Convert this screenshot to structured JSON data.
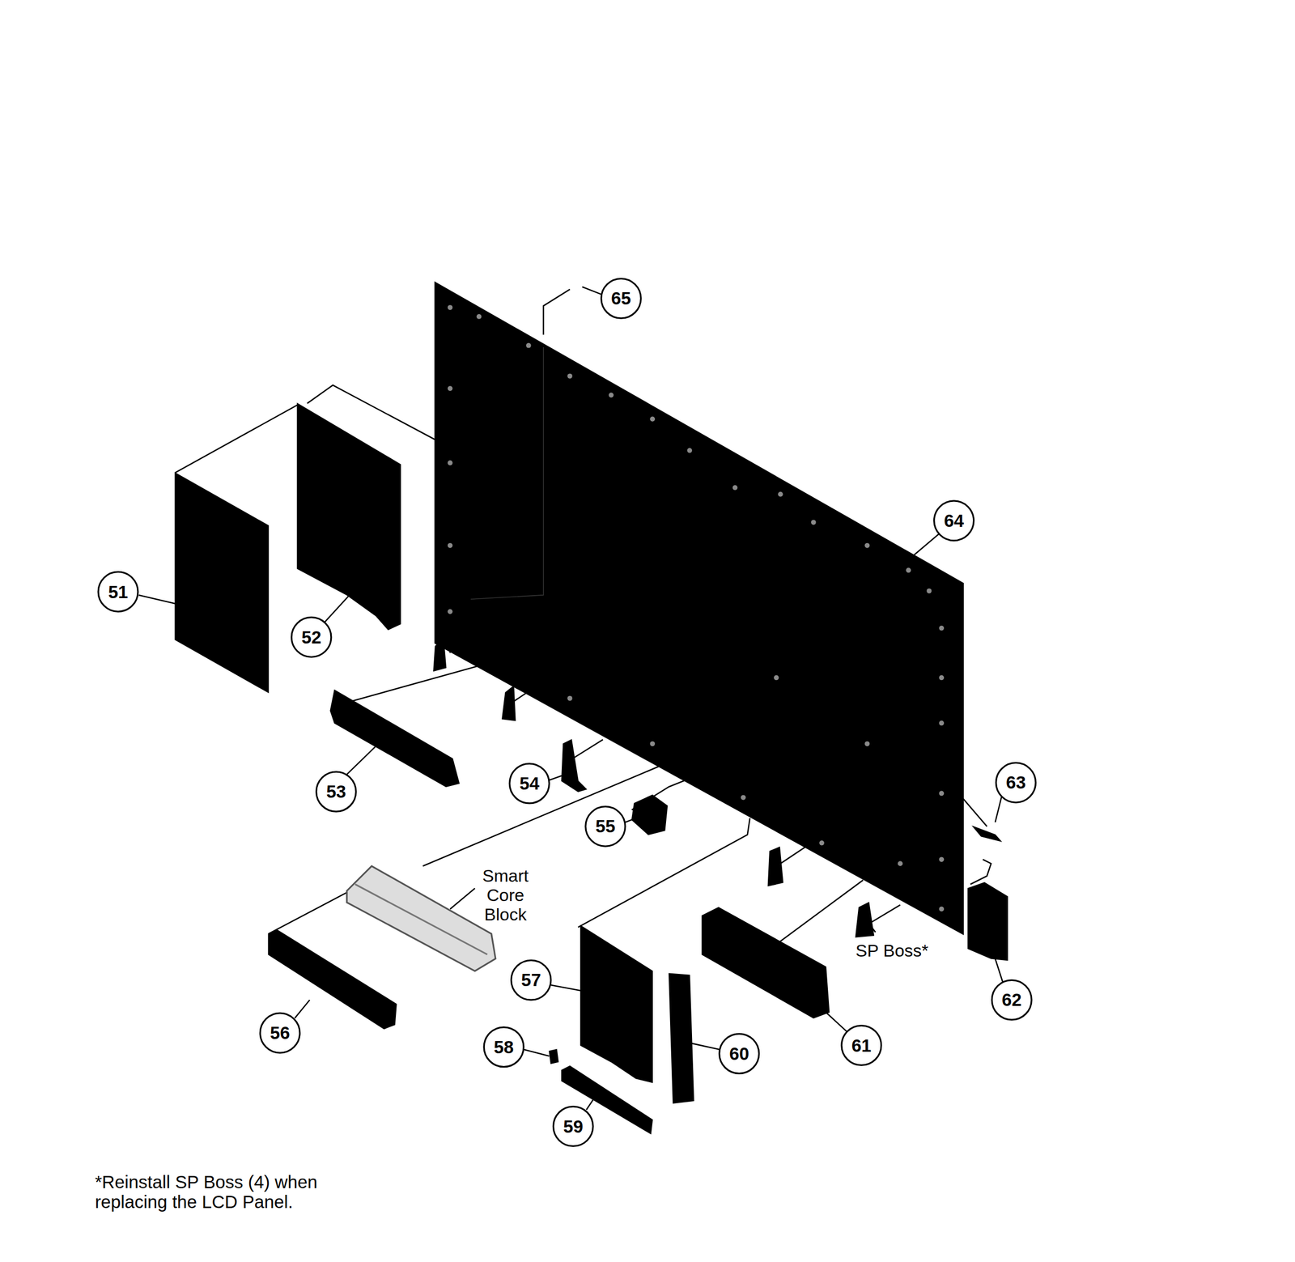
{
  "diagram": {
    "labels": [
      "65",
      "64",
      "51",
      "52",
      "53",
      "54",
      "55",
      "63",
      "Smart Core Block",
      "SP Boss*",
      "57",
      "56",
      "58",
      "60",
      "61",
      "62",
      "59",
      "*Reinstall SP Boss (4) when replacing the LCD Panel."
    ]
  }
}
